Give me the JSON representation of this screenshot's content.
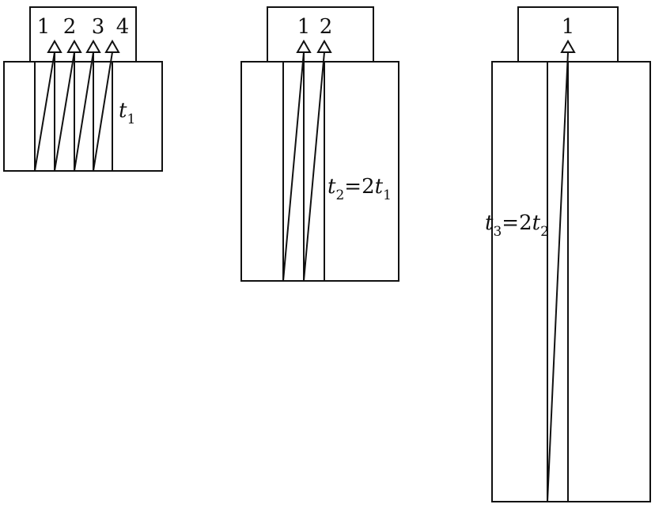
{
  "panels": [
    {
      "id": "panel-1",
      "path_labels": [
        "1",
        "2",
        "3",
        "4"
      ],
      "time_label": {
        "var": "t",
        "sub": "1",
        "rhs": ""
      }
    },
    {
      "id": "panel-2",
      "path_labels": [
        "1",
        "2"
      ],
      "time_label": {
        "var": "t",
        "sub": "2",
        "rhs": "=2",
        "rhs_var": "t",
        "rhs_sub": "1"
      }
    },
    {
      "id": "panel-3",
      "path_labels": [
        "1"
      ],
      "time_label": {
        "var": "t",
        "sub": "3",
        "rhs": "=2",
        "rhs_var": "t",
        "rhs_sub": "2"
      }
    }
  ]
}
